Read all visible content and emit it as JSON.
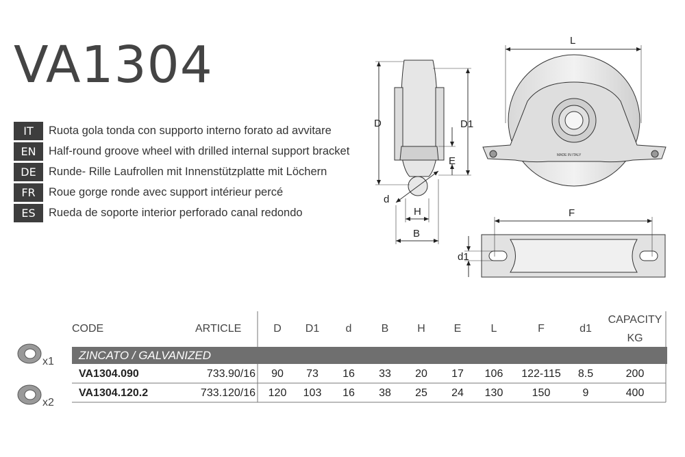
{
  "title": "VA1304",
  "languages": [
    {
      "code": "IT",
      "text": "Ruota gola tonda con supporto interno forato ad avvitare"
    },
    {
      "code": "EN",
      "text": "Half-round groove wheel with drilled internal support bracket"
    },
    {
      "code": "DE",
      "text": "Runde- Rille Laufrollen mit Innenstützplatte mit Löchern"
    },
    {
      "code": "FR",
      "text": "Roue gorge ronde avec support intérieur percé"
    },
    {
      "code": "ES",
      "text": "Rueda de soporte interior perforado canal redondo"
    }
  ],
  "drawing_labels": {
    "L": "L",
    "D": "D",
    "D1": "D1",
    "E": "E",
    "d": "d",
    "H": "H",
    "B": "B",
    "F": "F",
    "d1": "d1",
    "made_in": "MADE IN ITALY"
  },
  "table": {
    "headers": {
      "code": "CODE",
      "article": "ARTICLE",
      "D": "D",
      "D1": "D1",
      "d": "d",
      "B": "B",
      "H": "H",
      "E": "E",
      "L": "L",
      "F": "F",
      "d1": "d1",
      "capacity_1": "CAPACITY",
      "capacity_2": "KG"
    },
    "section": "ZINCATO / GALVANIZED",
    "rows": [
      {
        "code": "VA1304.090",
        "article": "733.90/16",
        "D": "90",
        "D1": "73",
        "d": "16",
        "B": "33",
        "H": "20",
        "E": "17",
        "L": "106",
        "F": "122-115",
        "d1": "8.5",
        "capacity": "200"
      },
      {
        "code": "VA1304.120.2",
        "article": "733.120/16",
        "D": "120",
        "D1": "103",
        "d": "16",
        "B": "38",
        "H": "25",
        "E": "24",
        "L": "130",
        "F": "150",
        "d1": "9",
        "capacity": "400"
      }
    ],
    "bearing_qty": [
      "x1",
      "x2"
    ]
  }
}
